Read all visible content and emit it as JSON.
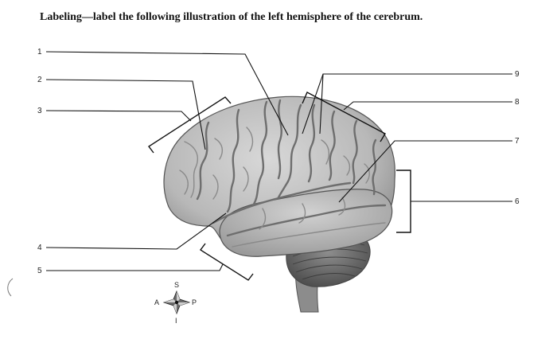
{
  "title": "Labeling—label the following illustration of the left hemisphere of the cerebrum.",
  "labels": {
    "n1": "1",
    "n2": "2",
    "n3": "3",
    "n4": "4",
    "n5": "5",
    "n6": "6",
    "n7": "7",
    "n8": "8",
    "n9": "9"
  },
  "compass": {
    "superior": "S",
    "anterior": "A",
    "posterior": "P",
    "inferior": "I"
  },
  "colors": {
    "cortex": "#bdbdbd",
    "sulcus": "#6e6e6e",
    "cerebellum": "#7a7a7a",
    "brainstem": "#8c8c8c",
    "line": "#111111"
  }
}
